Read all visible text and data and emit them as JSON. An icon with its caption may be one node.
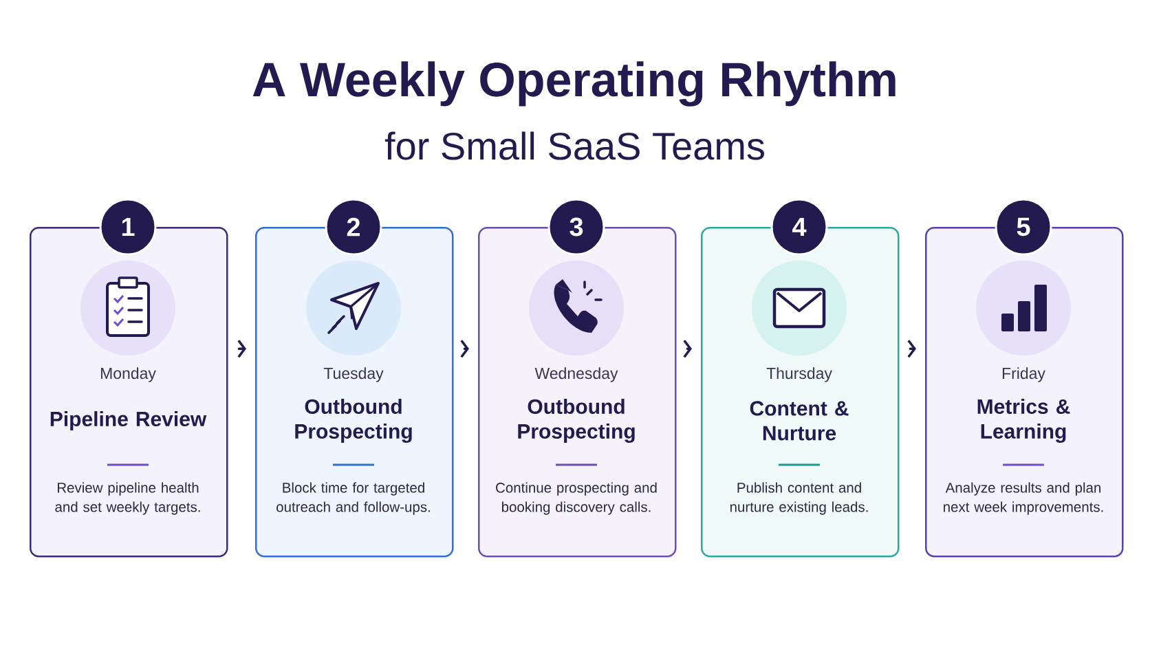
{
  "diagram": {
    "title": "A Weekly Operating Rhythm",
    "nodes": [
      {
        "text": [
          "1"
        ]
      },
      {
        "text": [
          "Monday",
          "Pipeline Review",
          "Review pipeline health and set weekly targets."
        ]
      },
      {
        "text": [
          "2"
        ]
      },
      {
        "text": [
          "Tuesday",
          "Outbound Prospecting",
          "Block time for targeted outreach and follow-ups."
        ]
      },
      {
        "text": [
          "3"
        ]
      },
      {
        "text": [
          "Wednesday",
          "Outbound Prospecting",
          "Continue prospecting and booking discovery calls."
        ]
      },
      {
        "text": [
          "4"
        ]
      },
      {
        "text": [
          "Thursday",
          "Content & Nurture",
          "Publish content and nurture existing leads."
        ]
      },
      {
        "text": [
          "5"
        ]
      },
      {
        "text": [
          "Friday",
          "Metrics & Learning",
          "Analyze results and plan next week improvements."
        ]
      }
    ],
    "edges": [
      {
        "from": 1,
        "to": 3,
        "arrow": "to"
      },
      {
        "from": 3,
        "to": 5,
        "arrow": "to"
      },
      {
        "from": 5,
        "to": 7,
        "arrow": "to"
      },
      {
        "from": 7,
        "to": 9,
        "arrow": "to"
      }
    ],
    "labels": [
      "for Small SaaS Teams"
    ]
  }
}
